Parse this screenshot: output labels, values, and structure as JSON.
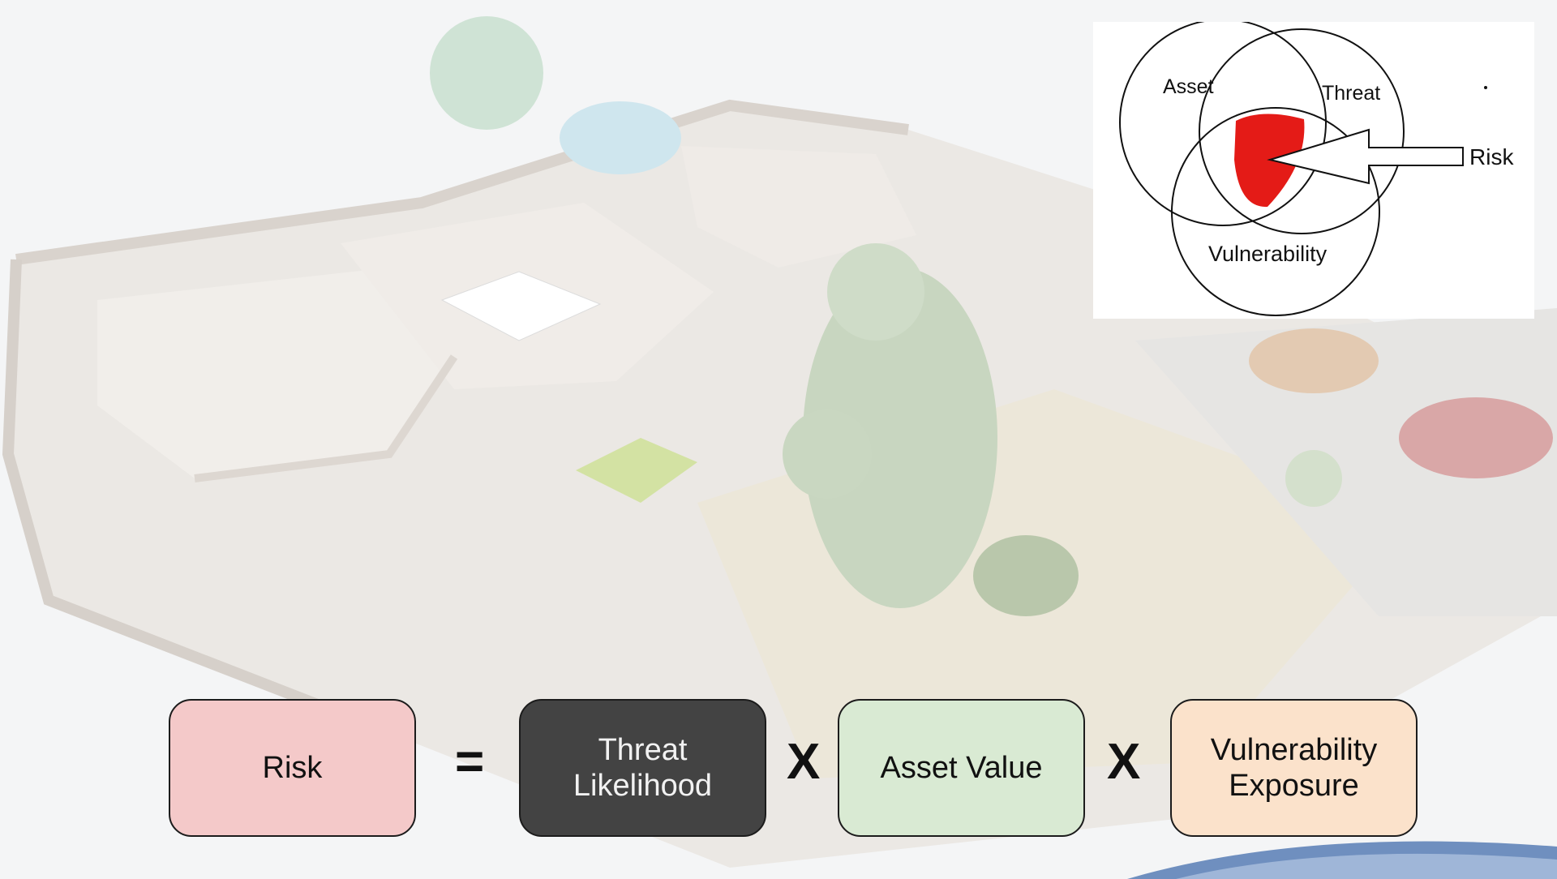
{
  "venn": {
    "asset_label": "Asset",
    "threat_label": "Threat",
    "vulnerability_label": "Vulnerability",
    "risk_label": "Risk",
    "highlight_color": "#e41b17"
  },
  "formula": {
    "risk_label": "Risk",
    "equals": "=",
    "times_1": "X",
    "threat_likelihood": "Threat\nLikelihood",
    "times_2": "X",
    "asset_value": "Asset Value",
    "vulnerability_exposure": "Vulnerability\nExposure",
    "colors": {
      "risk": "#f4c9c9",
      "threat": "#434343",
      "asset": "#d9ead3",
      "vulnerability": "#fbe2cb"
    }
  },
  "background": {
    "subject": "house-floorplan-3d"
  }
}
